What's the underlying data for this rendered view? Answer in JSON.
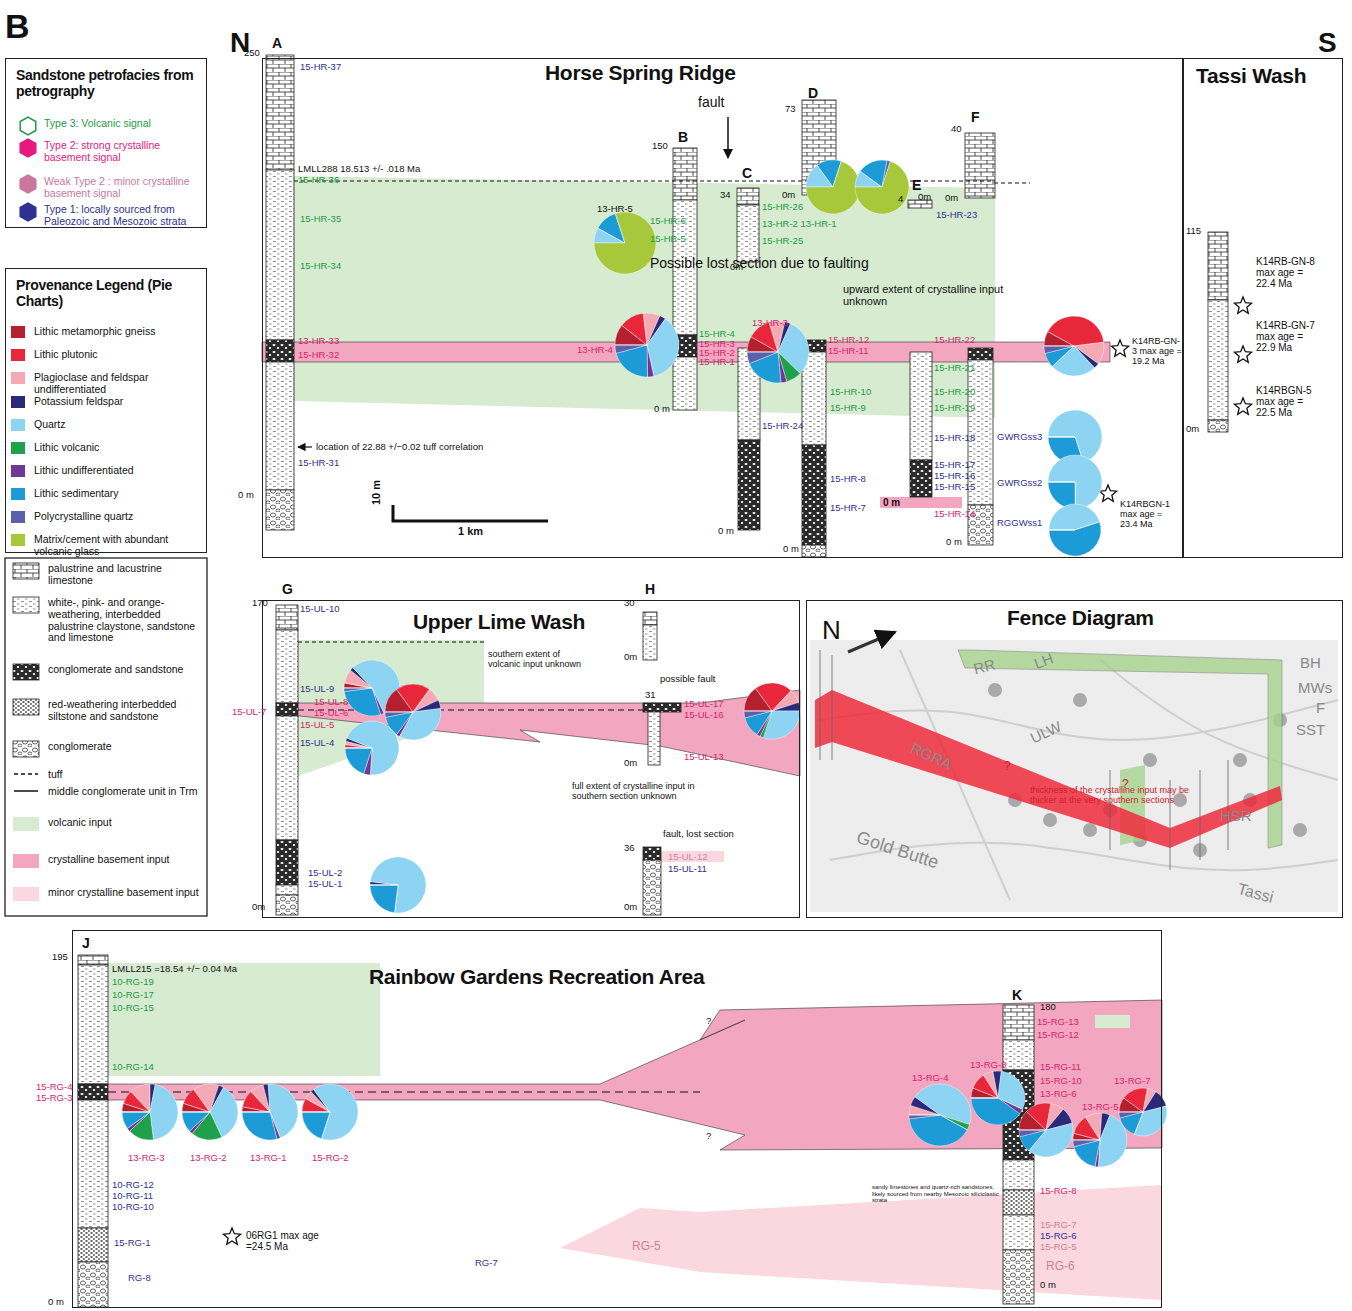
{
  "diagram": {
    "nodes": [
      {
        "text": [
          "Horse Spring Ridge"
        ]
      },
      {
        "text": [
          "Tassi Wash"
        ]
      },
      {
        "text": [
          "Sandstone petrofacies from petrography"
        ]
      },
      {
        "text": [
          "Provenance Legend (Pie Charts)"
        ]
      },
      {
        "text": [
          "Upper Lime Wash"
        ]
      },
      {
        "text": [
          "Fence Diagram"
        ]
      },
      {
        "text": [
          "Rainbow Gardens Recreation Area"
        ]
      }
    ],
    "labels": [
      "B",
      "N",
      "S",
      "A",
      "250",
      "15-HR-37",
      "LMLL288  18.513 +/- .018 Ma",
      "15-HR-36",
      "15-HR-35",
      "15-HR-34",
      "13-HR-33",
      "15-HR-32",
      "13-HR-4",
      "location of 22.88 +/−0.02 tuff correlation",
      "15-HR-31",
      "0 m",
      "10 m",
      "1 km",
      "B",
      "150",
      "13-HR-5",
      "15-HR-6",
      "15-HR-5",
      "15-HR-4",
      "15-HR-3",
      "15-HR-2",
      "15-HR-1",
      "0 m",
      "fault",
      "C",
      "34",
      "15-HR-26",
      "13-HR-2 13-HR-1",
      "15-HR-25",
      "0m",
      "13-HR-3",
      "15-HR-24",
      "0 m",
      "D",
      "73",
      "0m",
      "E",
      "4",
      "0m",
      "F",
      "40",
      "0m",
      "15-HR-23",
      "Possible lost section due to faulting",
      "upward extent of crystalline input unknown",
      "15-HR-12",
      "15-HR-11",
      "15-HR-10",
      "15-HR-9",
      "15-HR-8",
      "15-HR-7",
      "0 m",
      "15-HR-22",
      "15-HR-21",
      "15-HR-20",
      "15-HR-19",
      "15-HR-18",
      "15-HR-17",
      "15-HR-16",
      "15-HR-15",
      "15-HR-14",
      "0 m",
      "0 m",
      "GWRGss3",
      "GWRGss2",
      "RGGWss1",
      "K14RB-GN-3 max age = 19.2 Ma",
      "K14RBGN-1 max age = 23.4 Ma",
      "115",
      "0m",
      "K14RB-GN-8 max age = 22.4 Ma",
      "K14RB-GN-7 max age = 22.9 Ma",
      "K14RBGN-5 max age = 22.5 Ma",
      "G",
      "170",
      "15-UL-10",
      "southern extent of volcanic input unknown",
      "15-UL-9",
      "15-UL-7",
      "15-UL-8",
      "15-UL-6",
      "15-UL-5",
      "15-UL-4",
      "15-UL-2",
      "15-UL-1",
      "0m",
      "H",
      "30",
      "0m",
      "possible fault",
      "31",
      "15-UL-17",
      "15-UL-16",
      "0m",
      "15-UL-13",
      "full extent of crystalline input in southern section unknown",
      "fault, lost section",
      "36",
      "15-UL-12",
      "15-UL-11",
      "0m",
      "N",
      "RR",
      "LH",
      "BH",
      "MWs",
      "F",
      "SST",
      "RGRA",
      "ULW",
      "HSR",
      "Gold Butte",
      "Tassi",
      "?",
      "?",
      "thickness of the crystalline input may be thicker at the very southern sections",
      "J",
      "195",
      "LMLL215 =18.54 +/− 0.04 Ma",
      "10-RG-19",
      "10-RG-17",
      "10-RG-15",
      "10-RG-14",
      "15-RG-4",
      "15-RG-3",
      "13-RG-3",
      "13-RG-2",
      "13-RG-1",
      "15-RG-2",
      "10-RG-12",
      "10-RG-11",
      "10-RG-10",
      "15-RG-1",
      "RG-8",
      "06RG1 max age =24.5 Ma",
      "RG-7",
      "RG-5",
      "?",
      "?",
      "0 m",
      "K",
      "180",
      "15-RG-13",
      "15-RG-12",
      "15-RG-11",
      "15-RG-10",
      "13-RG-6",
      "13-RG-4",
      "13-RG-8",
      "13-RG-5",
      "13-RG-7",
      "15-RG-8",
      "sandy limestones and quartz-rich sandstones, likely sourced from nearby Mesozoic siliciclastic strata",
      "15-RG-7",
      "15-RG-6",
      "15-RG-5",
      "RG-6",
      "0 m"
    ],
    "legend": [
      {
        "text": "Type 3: Volcanic signal",
        "color": "#1e9b48"
      },
      {
        "text": "Type 2: strong crystalline basement signal",
        "color": "#e6197f"
      },
      {
        "text": "Weak Type 2 : minor crystalline basement signal",
        "color": "#c9789b"
      },
      {
        "text": "Type 1: locally sourced from Paleozoic and Mesozoic strata",
        "color": "#2e3192"
      },
      {
        "text": "Lithic metamorphic gneiss",
        "color": "#b5202e"
      },
      {
        "text": "Lithic plutonic",
        "color": "#e8283a"
      },
      {
        "text": "Plagioclase and feldspar undifferentiated",
        "color": "#f4a9b4"
      },
      {
        "text": "Potassium feldspar",
        "color": "#2b2a7a"
      },
      {
        "text": "Quartz",
        "color": "#8dd3f2"
      },
      {
        "text": "Lithic volcanic",
        "color": "#1ea14a"
      },
      {
        "text": "Lithic undifferentiated",
        "color": "#6f3896"
      },
      {
        "text": "Lithic sedimentary",
        "color": "#1d9bd7"
      },
      {
        "text": "Polycrystalline quartz",
        "color": "#5a5fae"
      },
      {
        "text": "Matrix/cement with abundant volcanic glass",
        "color": "#a6c83a"
      },
      {
        "text": "palustrine and lacustrine limestone"
      },
      {
        "text": "white-, pink- and orange-weathering, interbedded palustrine claystone, sandstone and limestone"
      },
      {
        "text": "conglomerate and sandstone"
      },
      {
        "text": "red-weathering interbedded siltstone and sandstone"
      },
      {
        "text": "conglomerate"
      },
      {
        "text": "tuff"
      },
      {
        "text": "middle conglomerate unit in Trm"
      },
      {
        "text": "volcanic input",
        "color": "#d6ebcf"
      },
      {
        "text": "crystalline basement input",
        "color": "#f3a6bf"
      },
      {
        "text": "minor crystalline basement input",
        "color": "#fbd8e0"
      }
    ]
  }
}
